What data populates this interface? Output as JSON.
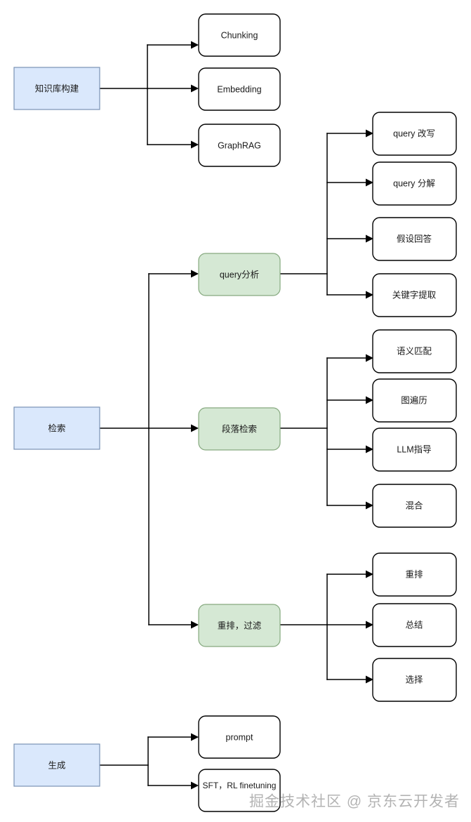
{
  "diagram": {
    "title": "RAG pipeline flow diagram",
    "type": "flowchart",
    "orientation": "left-to-right",
    "colors": {
      "stage_fill": "#dae8fc",
      "stage_stroke": "#7a93b5",
      "substage_fill": "#d5e8d4",
      "substage_stroke": "#86a97f",
      "leaf_fill": "#ffffff",
      "leaf_stroke": "#000000",
      "edge": "#000000",
      "watermark": "#9a9a9a"
    },
    "stages": [
      {
        "id": "kb-build",
        "label": "知识库构建",
        "shape": "rectangle",
        "fill": "stage_fill",
        "children": [
          {
            "id": "chunking",
            "label": "Chunking"
          },
          {
            "id": "embedding",
            "label": "Embedding"
          },
          {
            "id": "graphrag",
            "label": "GraphRAG"
          }
        ]
      },
      {
        "id": "retrieval",
        "label": "检索",
        "shape": "rectangle",
        "fill": "stage_fill",
        "children": [
          {
            "id": "query-analysis",
            "label": "query分析",
            "shape": "rounded",
            "fill": "substage_fill",
            "children": [
              {
                "id": "query-rewrite",
                "label": "query 改写"
              },
              {
                "id": "query-decompose",
                "label": "query 分解"
              },
              {
                "id": "hypothetical-answer",
                "label": "假设回答"
              },
              {
                "id": "keyword-extraction",
                "label": "关键字提取"
              }
            ]
          },
          {
            "id": "passage-retrieval",
            "label": "段落检索",
            "shape": "rounded",
            "fill": "substage_fill",
            "children": [
              {
                "id": "semantic-match",
                "label": "语义匹配"
              },
              {
                "id": "graph-traversal",
                "label": "图遍历"
              },
              {
                "id": "llm-guidance",
                "label": "LLM指导"
              },
              {
                "id": "hybrid",
                "label": "混合"
              }
            ]
          },
          {
            "id": "rerank-filter",
            "label": "重排，过滤",
            "shape": "rounded",
            "fill": "substage_fill",
            "children": [
              {
                "id": "rerank",
                "label": "重排"
              },
              {
                "id": "summarize",
                "label": "总结"
              },
              {
                "id": "select",
                "label": "选择"
              }
            ]
          }
        ]
      },
      {
        "id": "generation",
        "label": "生成",
        "shape": "rectangle",
        "fill": "stage_fill",
        "children": [
          {
            "id": "prompt",
            "label": "prompt"
          },
          {
            "id": "sft-rl",
            "label": "SFT，RL finetuning"
          }
        ]
      }
    ],
    "watermark": "掘金技术社区 @ 京东云开发者"
  }
}
